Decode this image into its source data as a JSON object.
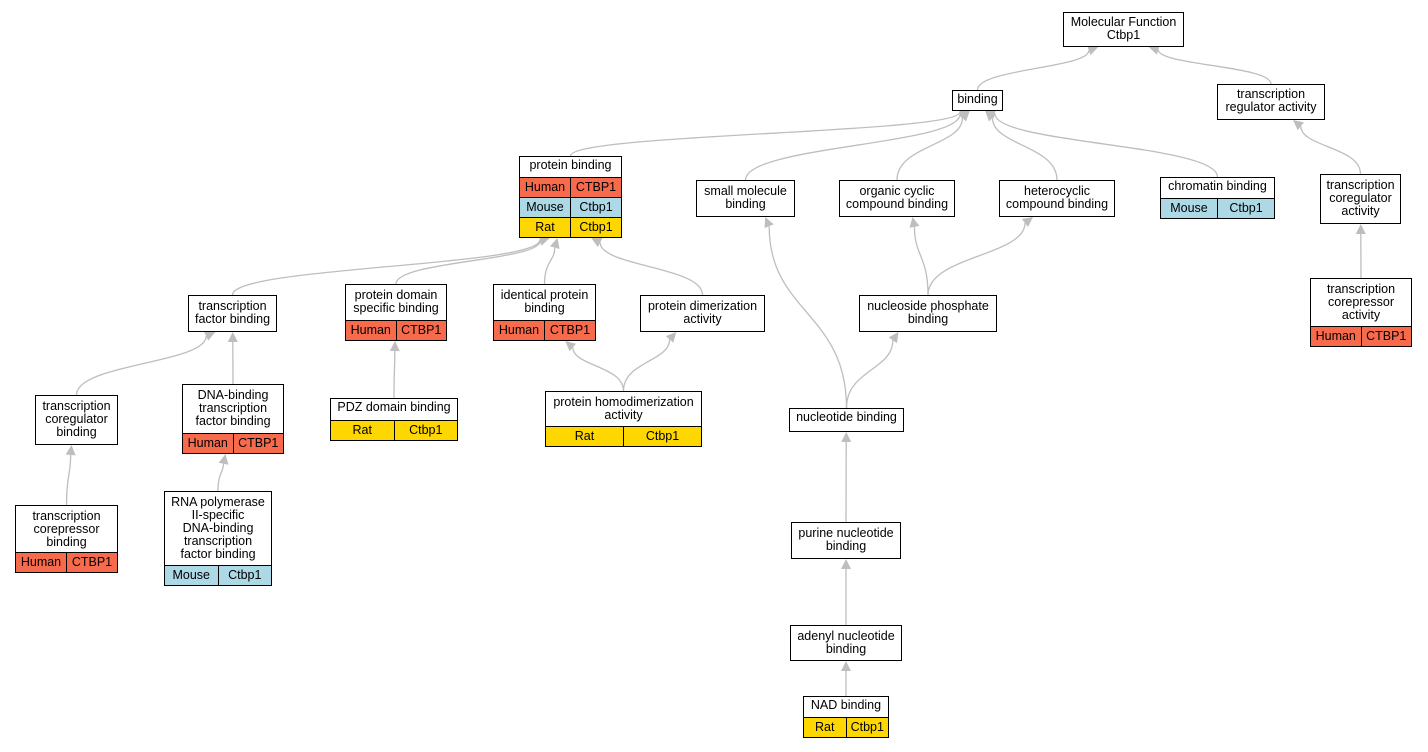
{
  "colors": {
    "human": "#f86a4c",
    "mouse": "#add8e6",
    "rat": "#ffd700",
    "edge": "#bebebe"
  },
  "nodes": {
    "mf": {
      "label": "Molecular Function\nCtbp1",
      "rows": []
    },
    "binding": {
      "label": "binding",
      "rows": []
    },
    "tra": {
      "label": "transcription\nregulator activity",
      "rows": []
    },
    "pb": {
      "label": "protein binding",
      "rows": [
        {
          "species": "Human",
          "gene": "CTBP1",
          "kind": "human"
        },
        {
          "species": "Mouse",
          "gene": "Ctbp1",
          "kind": "mouse"
        },
        {
          "species": "Rat",
          "gene": "Ctbp1",
          "kind": "rat"
        }
      ]
    },
    "smb": {
      "label": "small molecule\nbinding",
      "rows": []
    },
    "ocb": {
      "label": "organic cyclic\ncompound binding",
      "rows": []
    },
    "hcb": {
      "label": "heterocyclic\ncompound binding",
      "rows": []
    },
    "chb": {
      "label": "chromatin binding",
      "rows": [
        {
          "species": "Mouse",
          "gene": "Ctbp1",
          "kind": "mouse"
        }
      ]
    },
    "tca_r": {
      "label": "transcription\ncoregulator\nactivity",
      "rows": []
    },
    "tfb": {
      "label": "transcription\nfactor binding",
      "rows": []
    },
    "pdsb": {
      "label": "protein domain\nspecific binding",
      "rows": [
        {
          "species": "Human",
          "gene": "CTBP1",
          "kind": "human"
        }
      ]
    },
    "ipb": {
      "label": "identical protein\nbinding",
      "rows": [
        {
          "species": "Human",
          "gene": "CTBP1",
          "kind": "human"
        }
      ]
    },
    "pda": {
      "label": "protein dimerization\nactivity",
      "rows": []
    },
    "npb": {
      "label": "nucleoside phosphate\nbinding",
      "rows": []
    },
    "tcra": {
      "label": "transcription\ncorepressor\nactivity",
      "rows": [
        {
          "species": "Human",
          "gene": "CTBP1",
          "kind": "human"
        }
      ]
    },
    "tcb": {
      "label": "transcription\ncoregulator\nbinding",
      "rows": []
    },
    "dbtfb": {
      "label": "DNA-binding\ntranscription\nfactor binding",
      "rows": [
        {
          "species": "Human",
          "gene": "CTBP1",
          "kind": "human"
        }
      ]
    },
    "pdz": {
      "label": "PDZ domain binding",
      "rows": [
        {
          "species": "Rat",
          "gene": "Ctbp1",
          "kind": "rat"
        }
      ]
    },
    "phda": {
      "label": "protein homodimerization\nactivity",
      "rows": [
        {
          "species": "Rat",
          "gene": "Ctbp1",
          "kind": "rat"
        }
      ]
    },
    "nb": {
      "label": "nucleotide binding",
      "rows": []
    },
    "tcrb": {
      "label": "transcription\ncorepressor\nbinding",
      "rows": [
        {
          "species": "Human",
          "gene": "CTBP1",
          "kind": "human"
        }
      ]
    },
    "rnap": {
      "label": "RNA polymerase\nII-specific\nDNA-binding\ntranscription\nfactor binding",
      "rows": [
        {
          "species": "Mouse",
          "gene": "Ctbp1",
          "kind": "mouse"
        }
      ]
    },
    "pnb": {
      "label": "purine nucleotide\nbinding",
      "rows": []
    },
    "anb": {
      "label": "adenyl nucleotide\nbinding",
      "rows": []
    },
    "nad": {
      "label": "NAD binding",
      "rows": [
        {
          "species": "Rat",
          "gene": "Ctbp1",
          "kind": "rat"
        }
      ]
    }
  },
  "edges": [
    [
      "binding",
      "mf"
    ],
    [
      "tra",
      "mf"
    ],
    [
      "pb",
      "binding"
    ],
    [
      "smb",
      "binding"
    ],
    [
      "ocb",
      "binding"
    ],
    [
      "hcb",
      "binding"
    ],
    [
      "chb",
      "binding"
    ],
    [
      "tca_r",
      "tra"
    ],
    [
      "tcra",
      "tca_r"
    ],
    [
      "tfb",
      "pb"
    ],
    [
      "pdsb",
      "pb"
    ],
    [
      "ipb",
      "pb"
    ],
    [
      "pda",
      "pb"
    ],
    [
      "tcb",
      "tfb"
    ],
    [
      "dbtfb",
      "tfb"
    ],
    [
      "tcrb",
      "tcb"
    ],
    [
      "rnap",
      "dbtfb"
    ],
    [
      "pdz",
      "pdsb"
    ],
    [
      "phda",
      "ipb"
    ],
    [
      "phda",
      "pda"
    ],
    [
      "npb",
      "ocb"
    ],
    [
      "npb",
      "hcb"
    ],
    [
      "nb",
      "smb"
    ],
    [
      "nb",
      "npb"
    ],
    [
      "pnb",
      "nb"
    ],
    [
      "anb",
      "pnb"
    ],
    [
      "nad",
      "anb"
    ]
  ]
}
